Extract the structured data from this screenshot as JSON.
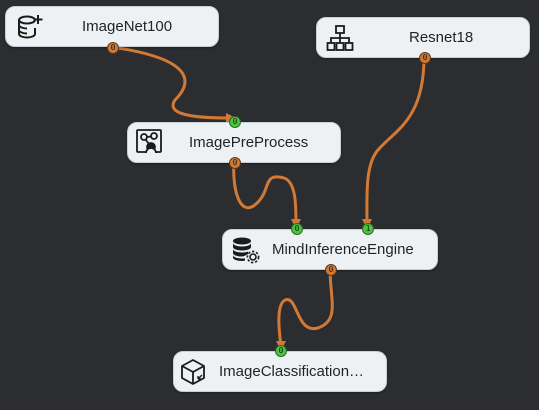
{
  "colors": {
    "canvas_bg": "#2b2d30",
    "node_bg": "#eef1f4",
    "wire": "#d27a35",
    "port_out": "#d27a35",
    "port_in": "#4cc43f"
  },
  "nodes": [
    {
      "id": "imagenet100",
      "label": "ImageNet100",
      "icon": "database-add-icon"
    },
    {
      "id": "resnet18",
      "label": "Resnet18",
      "icon": "hierarchy-icon"
    },
    {
      "id": "imagepreprocess",
      "label": "ImagePreProcess",
      "icon": "workflow-icon"
    },
    {
      "id": "mindinferenceengine",
      "label": "MindInferenceEngine",
      "icon": "database-gear-icon"
    },
    {
      "id": "imageclassification",
      "label": "ImageClassification…",
      "icon": "cube-icon"
    }
  ],
  "ports": {
    "imagenet100_out": "0",
    "resnet18_out": "0",
    "imagepreprocess_in": "0",
    "imagepreprocess_out": "0",
    "mindinferenceengine_in0": "0",
    "mindinferenceengine_in1": "1",
    "mindinferenceengine_out": "0",
    "imageclassification_in": "0"
  }
}
